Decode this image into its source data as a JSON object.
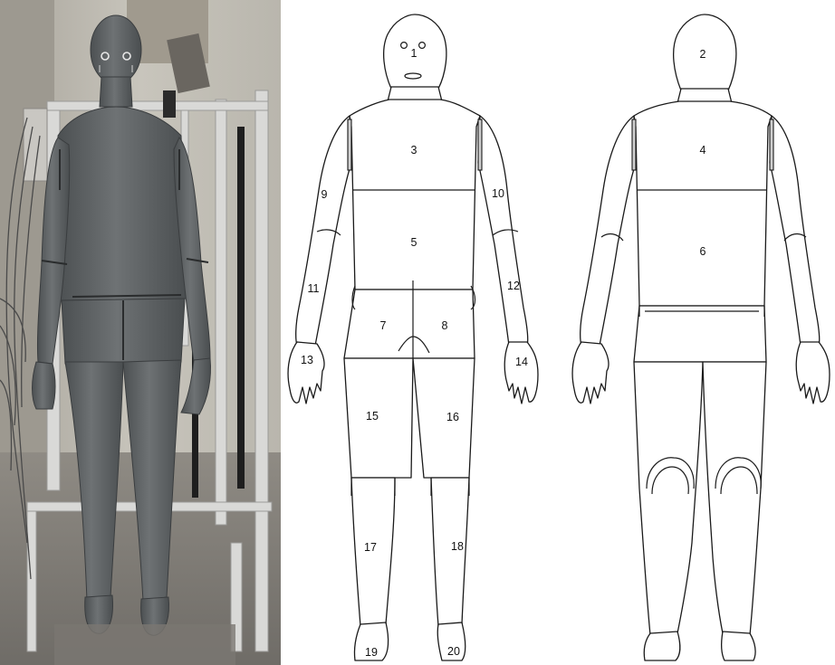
{
  "figure": {
    "photo_alt": "Thermal manikin standing in a laboratory test frame",
    "views": [
      "front",
      "back"
    ]
  },
  "segments": {
    "front": [
      {
        "id": "1"
      },
      {
        "id": "3"
      },
      {
        "id": "5"
      },
      {
        "id": "7"
      },
      {
        "id": "8"
      },
      {
        "id": "9"
      },
      {
        "id": "10"
      },
      {
        "id": "11"
      },
      {
        "id": "12"
      },
      {
        "id": "13"
      },
      {
        "id": "14"
      },
      {
        "id": "15"
      },
      {
        "id": "16"
      },
      {
        "id": "17"
      },
      {
        "id": "18"
      },
      {
        "id": "19"
      },
      {
        "id": "20"
      }
    ],
    "back": [
      {
        "id": "2"
      },
      {
        "id": "4"
      },
      {
        "id": "6"
      }
    ]
  },
  "colors": {
    "manikin_gray": "#5d6163",
    "frame_aluminium": "#d8d8d6",
    "outline": "#1a1a1a"
  }
}
